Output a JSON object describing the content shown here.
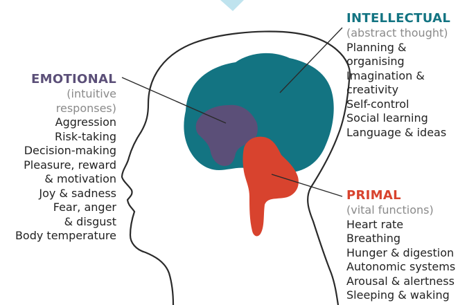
{
  "colors": {
    "emotional": "#5b4f78",
    "intellectual": "#137482",
    "primal": "#d8432e",
    "head_outline": "#2a2a2a",
    "top_accent": "#bfe3ee"
  },
  "emotional": {
    "title": "EMOTIONAL",
    "subtitle_line1": "(intuitive",
    "subtitle_line2": "responses)",
    "items": [
      "Aggression",
      "Risk-taking",
      "Decision-making",
      "Pleasure, reward",
      "& motivation",
      "Joy & sadness",
      "Fear, anger",
      "& disgust",
      "Body temperature"
    ]
  },
  "intellectual": {
    "title": "INTELLECTUAL",
    "subtitle": "(abstract thought)",
    "items": [
      "Planning &",
      "organising",
      "Imagination &",
      "creativity",
      "Self-control",
      "Social learning",
      "Language & ideas"
    ]
  },
  "primal": {
    "title": "PRIMAL",
    "subtitle": "(vital functions)",
    "items": [
      "Heart rate",
      "Breathing",
      "Hunger & digestion",
      "Autonomic systems",
      "Arousal & alertness",
      "Sleeping & waking"
    ]
  }
}
